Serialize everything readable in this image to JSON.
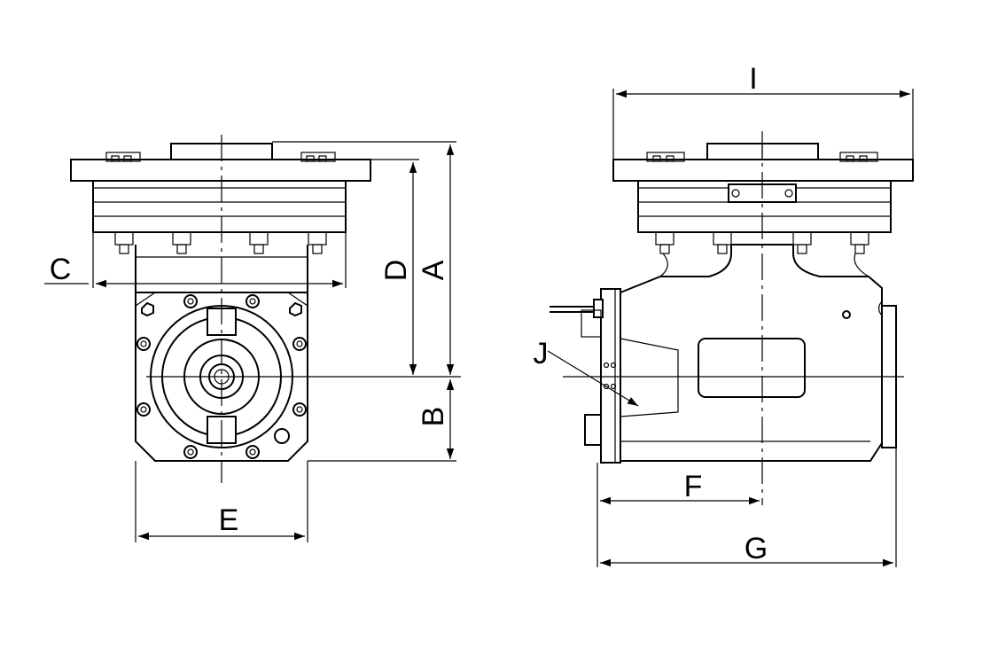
{
  "labels": {
    "A": "A",
    "B": "B",
    "C": "C",
    "D": "D",
    "E": "E",
    "F": "F",
    "G": "G",
    "I": "I",
    "J": "J"
  }
}
